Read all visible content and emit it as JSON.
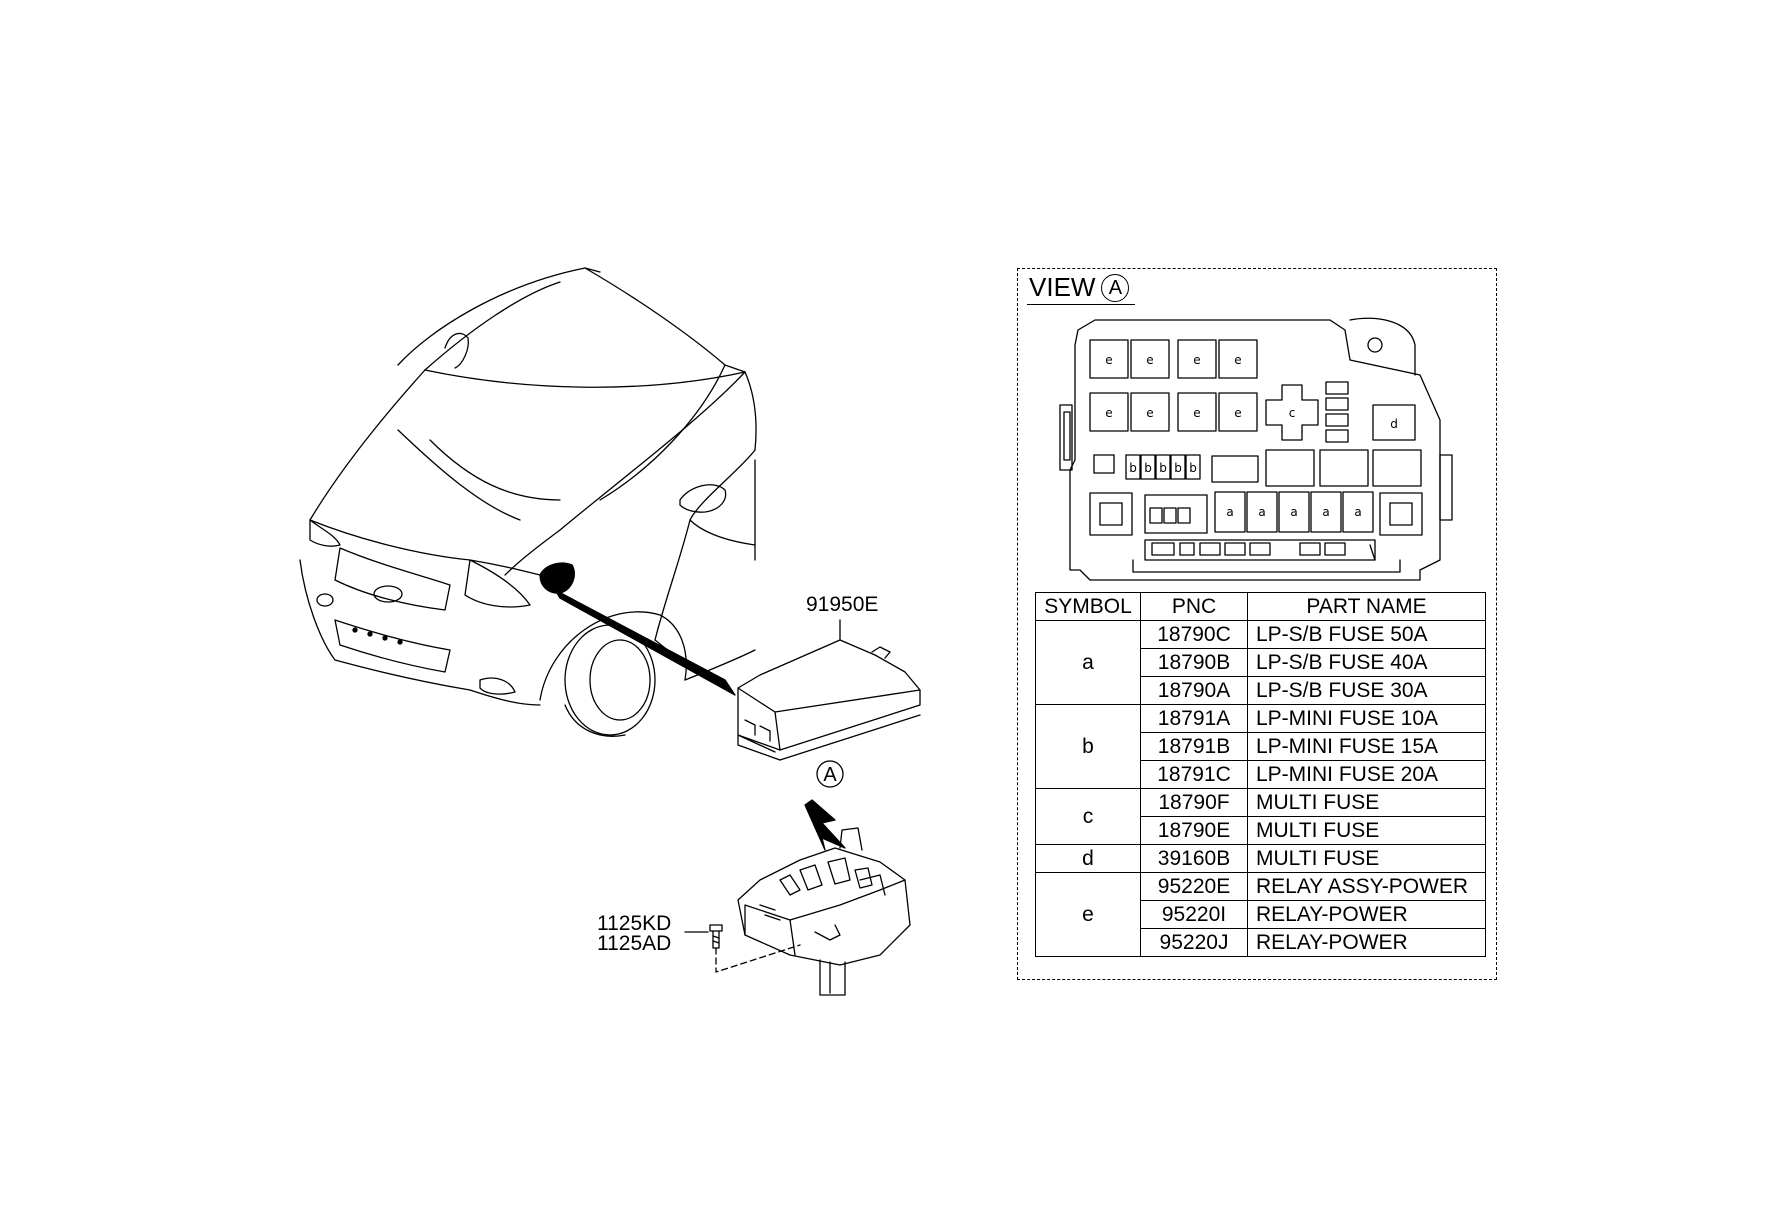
{
  "callouts": {
    "cover": "91950E",
    "bolt_1": "1125KD",
    "bolt_2": "1125AD",
    "arrow_view": "A"
  },
  "view": {
    "title": "VIEW",
    "marker": "A",
    "slot_labels": {
      "relay": "e",
      "multi_c": "c",
      "multi_d": "d",
      "mini": "b",
      "sb": "a"
    }
  },
  "table": {
    "headers": [
      "SYMBOL",
      "PNC",
      "PART NAME"
    ],
    "groups": [
      {
        "symbol": "a",
        "rows": [
          {
            "pnc": "18790C",
            "name": "LP-S/B FUSE 50A"
          },
          {
            "pnc": "18790B",
            "name": "LP-S/B FUSE 40A"
          },
          {
            "pnc": "18790A",
            "name": "LP-S/B FUSE 30A"
          }
        ]
      },
      {
        "symbol": "b",
        "rows": [
          {
            "pnc": "18791A",
            "name": "LP-MINI FUSE 10A"
          },
          {
            "pnc": "18791B",
            "name": "LP-MINI FUSE 15A"
          },
          {
            "pnc": "18791C",
            "name": "LP-MINI FUSE 20A"
          }
        ]
      },
      {
        "symbol": "c",
        "rows": [
          {
            "pnc": "18790F",
            "name": "MULTI FUSE"
          },
          {
            "pnc": "18790E",
            "name": "MULTI FUSE"
          }
        ]
      },
      {
        "symbol": "d",
        "rows": [
          {
            "pnc": "39160B",
            "name": "MULTI FUSE"
          }
        ]
      },
      {
        "symbol": "e",
        "rows": [
          {
            "pnc": "95220E",
            "name": "RELAY ASSY-POWER"
          },
          {
            "pnc": "95220I",
            "name": "RELAY-POWER"
          },
          {
            "pnc": "95220J",
            "name": "RELAY-POWER"
          }
        ]
      }
    ]
  }
}
